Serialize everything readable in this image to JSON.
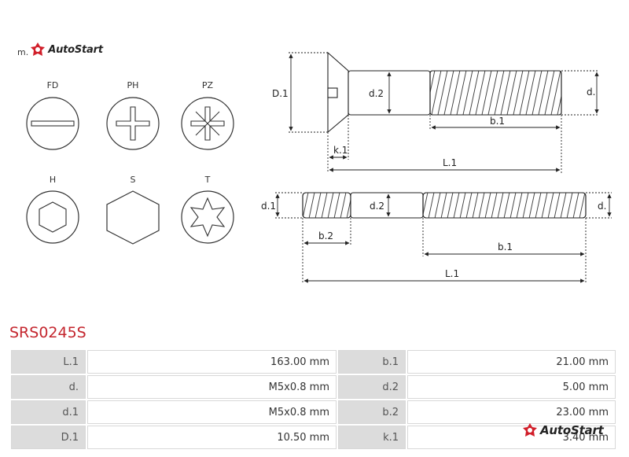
{
  "brand": {
    "prefix": "m.",
    "name": "AutoStart",
    "logo_color": "#d11f2a"
  },
  "head_types": [
    {
      "label": "FD",
      "icon": "slotted-drive-icon"
    },
    {
      "label": "PH",
      "icon": "phillips-drive-icon"
    },
    {
      "label": "PZ",
      "icon": "pozidriv-drive-icon"
    },
    {
      "label": "H",
      "icon": "hex-socket-drive-icon"
    },
    {
      "label": "S",
      "icon": "hex-head-icon"
    },
    {
      "label": "T",
      "icon": "torx-drive-icon"
    }
  ],
  "dimension_labels": {
    "top": {
      "D1": "D.1",
      "d2": "d.2",
      "d": "d.",
      "b1": "b.1",
      "k1": "k.1",
      "L1": "L.1"
    },
    "bottom": {
      "d1": "d.1",
      "d2": "d.2",
      "d": "d.",
      "b2": "b.2",
      "b1": "b.1",
      "L1": "L.1"
    }
  },
  "product_code": "SRS0245S",
  "specs": [
    {
      "k1": "L.1",
      "v1": "163.00 mm",
      "k2": "b.1",
      "v2": "21.00 mm"
    },
    {
      "k1": "d.",
      "v1": "M5x0.8 mm",
      "k2": "d.2",
      "v2": "5.00 mm"
    },
    {
      "k1": "d.1",
      "v1": "M5x0.8 mm",
      "k2": "b.2",
      "v2": "23.00 mm"
    },
    {
      "k1": "D.1",
      "v1": "10.50 mm",
      "k2": "k.1",
      "v2": "3.40 mm"
    }
  ],
  "colors": {
    "accent_red": "#c4262e",
    "key_cell_bg": "#dcdcdc"
  }
}
